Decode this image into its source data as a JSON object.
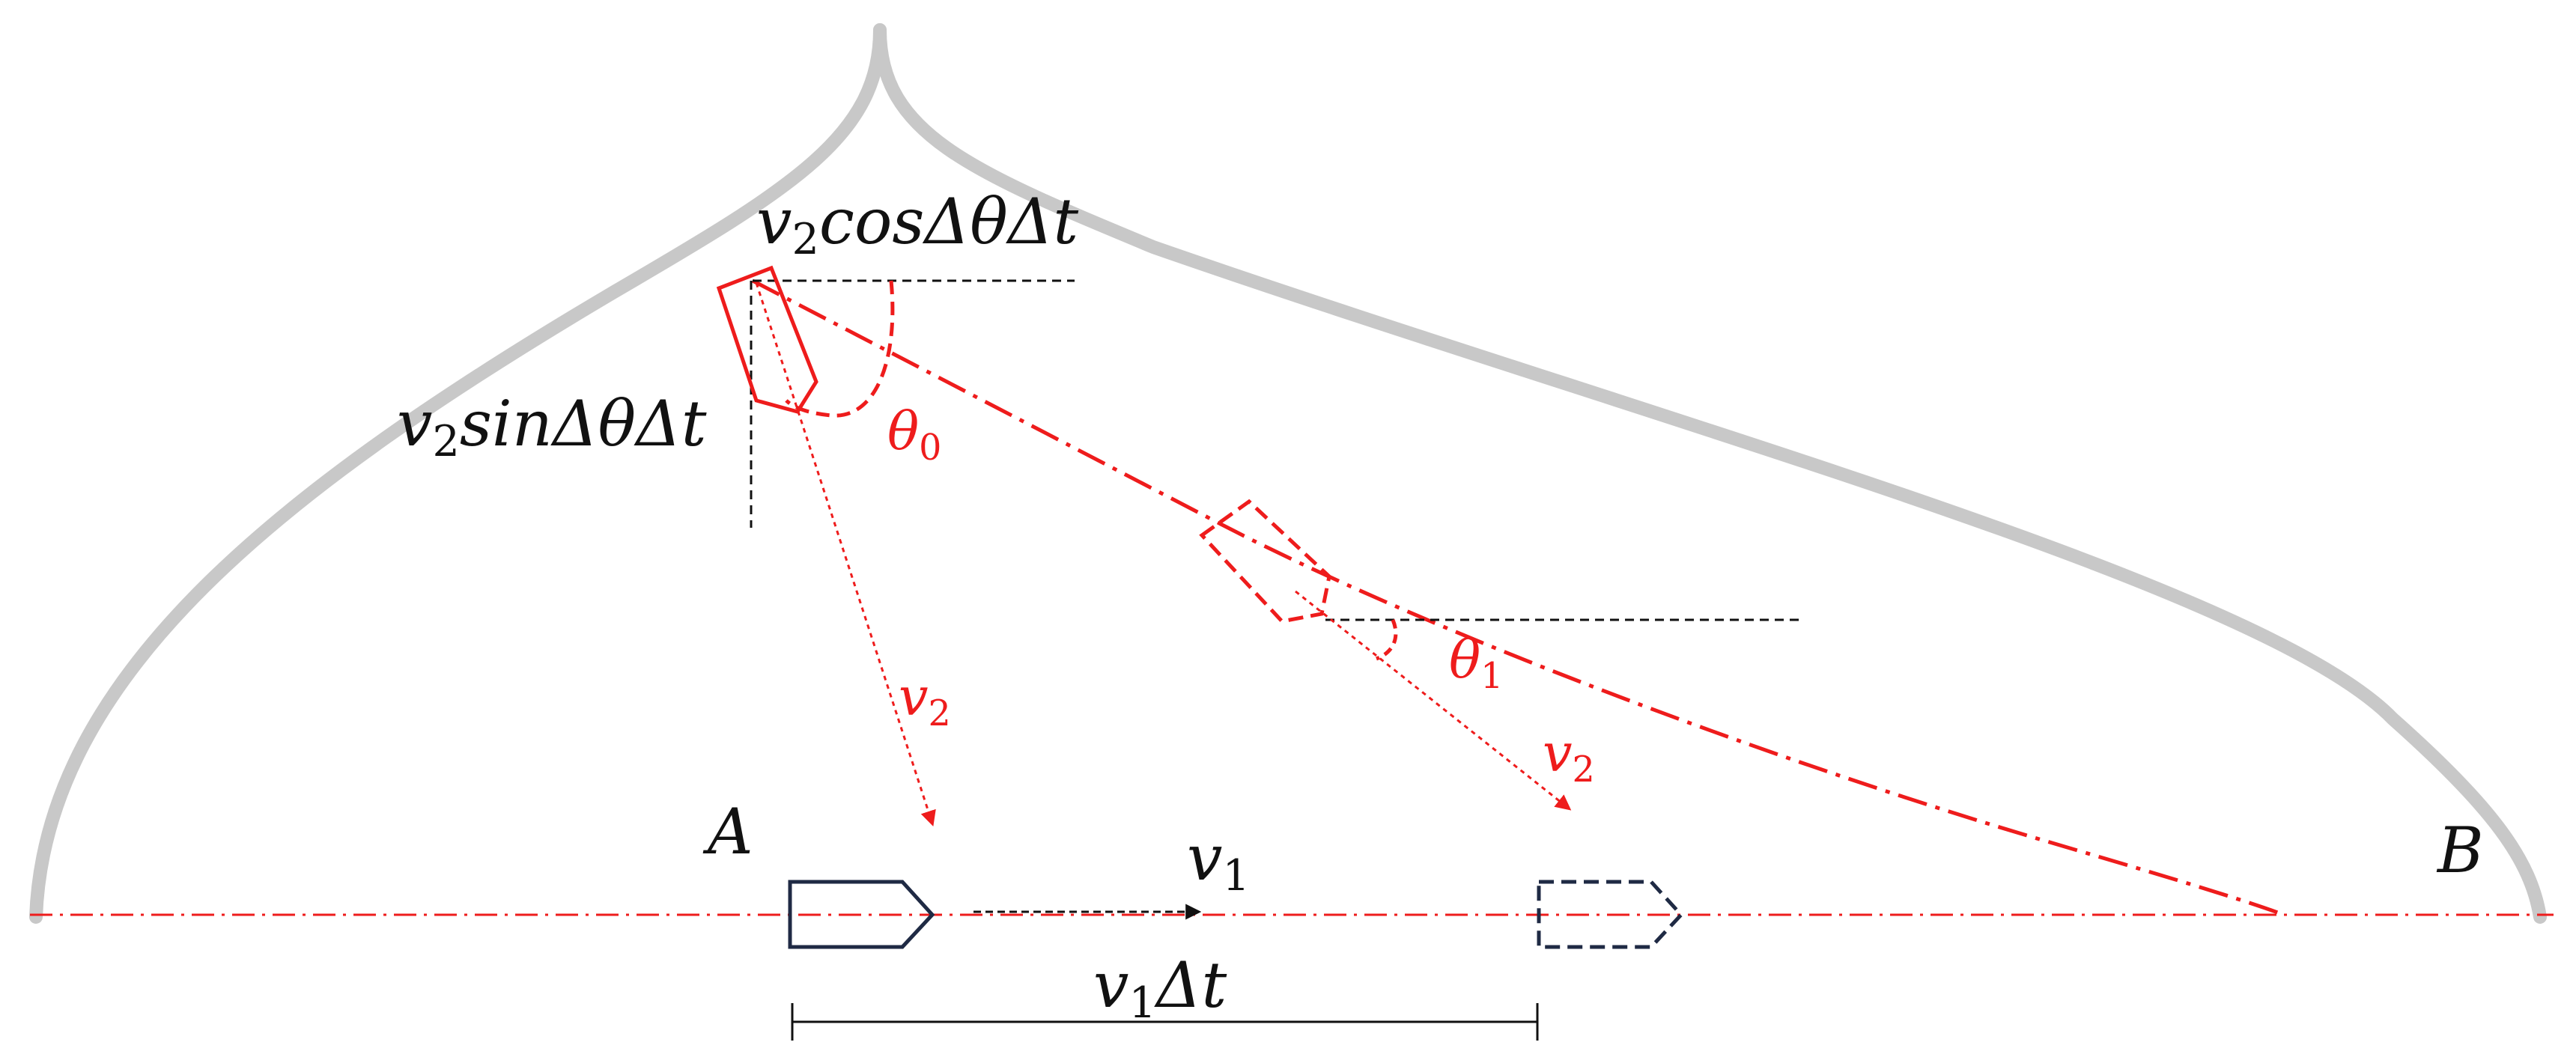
{
  "labels": {
    "point_a": "A",
    "point_b": "B",
    "v2_cos": {
      "base": "v",
      "sub": "2",
      "rest": "cosΔθΔt"
    },
    "v2_sin": {
      "base": "v",
      "sub": "2",
      "rest": "sinΔθΔt"
    },
    "theta0": {
      "base": "θ",
      "sub": "0"
    },
    "theta1": {
      "base": "θ",
      "sub": "1"
    },
    "v2_left": {
      "base": "v",
      "sub": "2"
    },
    "v2_right": {
      "base": "v",
      "sub": "2"
    },
    "v1": {
      "base": "v",
      "sub": "1"
    },
    "v1_dt": {
      "base": "v",
      "sub": "1",
      "rest": "Δt"
    }
  },
  "colors": {
    "boundary": "#c8c8c8",
    "pursuer": "#ee1c1c",
    "target": "#1f2a44",
    "guide": "#111111"
  }
}
